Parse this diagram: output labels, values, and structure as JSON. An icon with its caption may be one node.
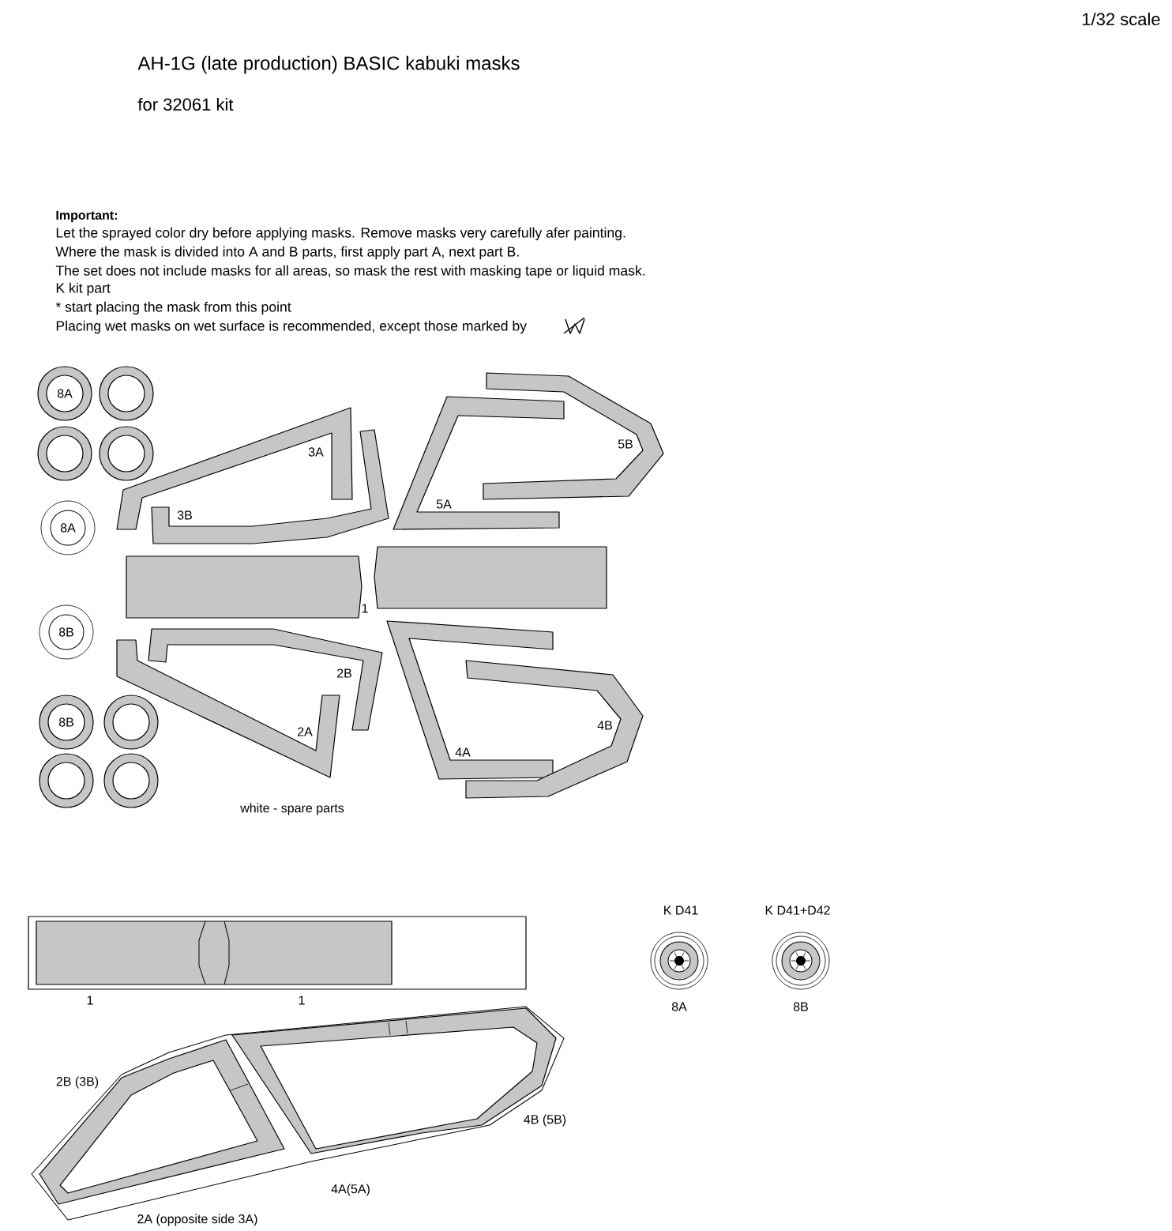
{
  "diagram": {
    "title": "AH-1G (late production) BASIC kabuki masks",
    "nodes": [
      {
        "text": [
          "8A"
        ]
      },
      {
        "text": [],
        "shape": "circle"
      },
      {
        "text": [],
        "shape": "circle"
      },
      {
        "text": [],
        "shape": "circle"
      },
      {
        "text": [
          "8A"
        ]
      },
      {
        "text": [
          "8B"
        ]
      },
      {
        "text": [
          "8B"
        ]
      },
      {
        "text": [],
        "shape": "circle"
      },
      {
        "text": [],
        "shape": "circle"
      },
      {
        "text": [],
        "shape": "circle"
      }
    ],
    "labels": [
      "for 32061 kit",
      "1/32 scale",
      "Important:",
      "Let the sprayed color dry before applying masks. Remove masks very carefully afer painting.",
      "Where the mask is divided into A and B parts, first apply part A, next part B.",
      "The set does not include masks for all areas, so mask the rest with masking tape or liquid mask.",
      "K kit part",
      "* start placing the mask from this point",
      "Placing wet masks on wet surface is recommended, except those marked by",
      "3A",
      "3B",
      "5B",
      "5A",
      "1",
      "2B",
      "4B",
      "2A",
      "4A",
      "white - spare parts",
      "K D41",
      "K D41+D42",
      "8A",
      "8B",
      "1",
      "1",
      "2B (3B)",
      "4B (5B)",
      "4A(5A)",
      "2A (opposite side 3A)"
    ]
  }
}
